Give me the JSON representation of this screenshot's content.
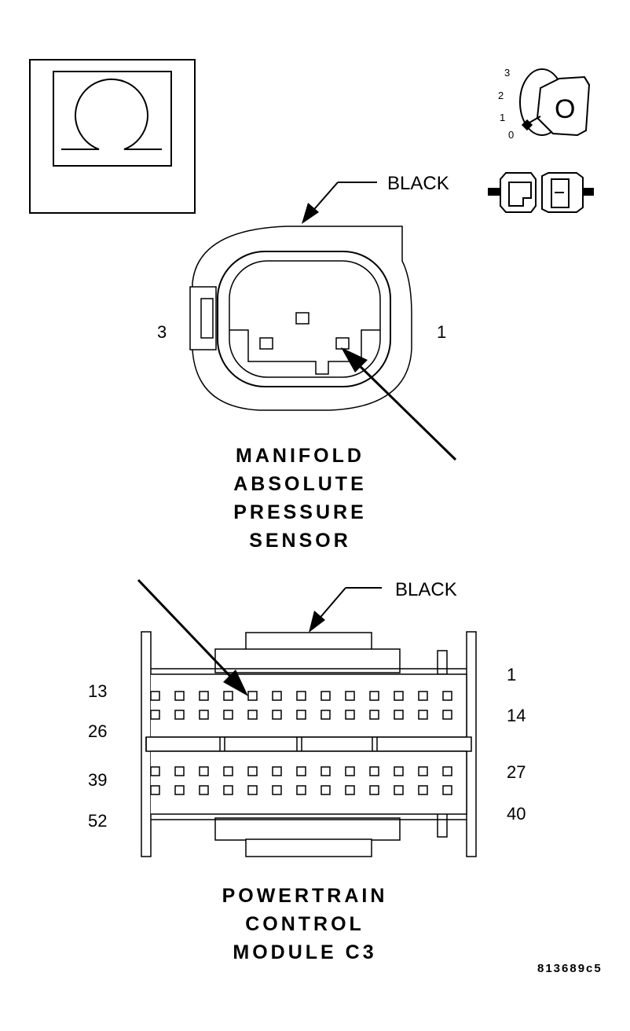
{
  "legend_icons": {
    "meter_symbol": "ohm-icon",
    "ignition_symbol": "ignition-key-icon",
    "connector_symbol": "disconnected-connector-icon"
  },
  "ignition": {
    "positions": [
      "3",
      "2",
      "1",
      "0"
    ],
    "key_letter": "O"
  },
  "map_sensor": {
    "color_label": "BLACK",
    "pin_left": "3",
    "pin_right": "1",
    "title_lines": [
      "MANIFOLD",
      "ABSOLUTE",
      "PRESSURE",
      "SENSOR"
    ]
  },
  "pcm": {
    "color_label": "BLACK",
    "left_pins": [
      "13",
      "26",
      "39",
      "52"
    ],
    "right_pins": [
      "1",
      "14",
      "27",
      "40"
    ],
    "title_lines": [
      "POWERTRAIN",
      "CONTROL",
      "MODULE C3"
    ]
  },
  "figure_code": "813689c5"
}
